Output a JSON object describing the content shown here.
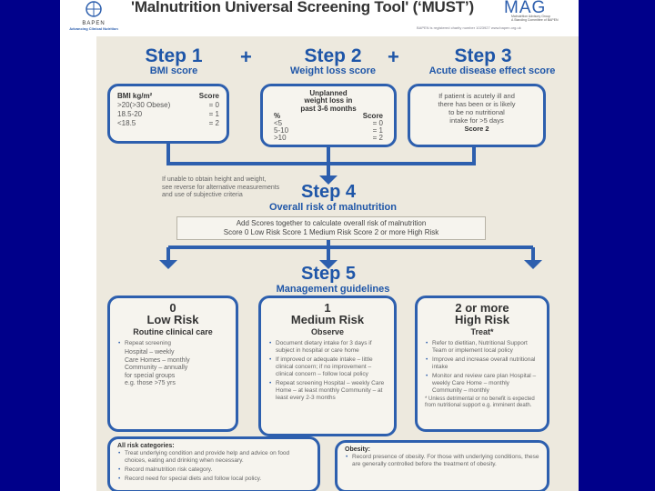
{
  "header": {
    "title": "'Malnutrition Universal Screening Tool' (‘MUST’)",
    "bapen_logo": "BAPEN",
    "bapen_tagline": "Advancing Clinical Nutrition",
    "mag_logo": "MAG",
    "mag_tagline1": "Malnutrition Advisory Group",
    "mag_tagline2": "A Standing Committee of BAPEN",
    "small_print": "BAPEN is registered charity number 1023927   www.bapen.org.uk"
  },
  "steps": {
    "step1": {
      "title": "Step 1",
      "subtitle": "BMI score"
    },
    "step2": {
      "title": "Step 2",
      "subtitle": "Weight loss score"
    },
    "step3": {
      "title": "Step 3",
      "subtitle": "Acute disease effect score"
    },
    "plus": "+"
  },
  "bmi_box": {
    "col1": "BMI kg/m²",
    "col2": "Score",
    "rows": [
      {
        "range": ">20(>30 Obese)",
        "score": "= 0"
      },
      {
        "range": "18.5-20",
        "score": "= 1"
      },
      {
        "range": "<18.5",
        "score": "= 2"
      }
    ]
  },
  "weight_box": {
    "title1": "Unplanned",
    "title2": "weight loss in",
    "title3": "past 3-6 months",
    "col1": "%",
    "col2": "Score",
    "rows": [
      {
        "range": "<5",
        "score": "= 0"
      },
      {
        "range": "5-10",
        "score": "= 1"
      },
      {
        "range": ">10",
        "score": "= 2"
      }
    ]
  },
  "acute_box": {
    "line1": "If patient is acutely ill and",
    "line2": "there has been or is likely",
    "line3": "to be no nutritional",
    "line4": "intake for >5 days",
    "score": "Score 2"
  },
  "side_note": {
    "line1": "If unable to obtain height and weight,",
    "line2": "see reverse for alternative measurements",
    "line3": "and use of subjective criteria"
  },
  "step4": {
    "title": "Step 4",
    "subtitle": "Overall risk of malnutrition",
    "box_line1": "Add Scores together to calculate overall risk of malnutrition",
    "box_line2": "Score 0 Low Risk   Score 1 Medium Risk   Score 2 or more High Risk"
  },
  "step5": {
    "title": "Step 5",
    "subtitle": "Management guidelines"
  },
  "low": {
    "num": "0",
    "title": "Low Risk",
    "care": "Routine clinical care",
    "item1": "Repeat screening",
    "l1": "Hospital – weekly",
    "l2": "Care Homes – monthly",
    "l3": "Community – annually",
    "l4": "for special groups",
    "l5": "e.g. those >75 yrs"
  },
  "medium": {
    "num": "1",
    "title": "Medium Risk",
    "care": "Observe",
    "b1": "Document dietary intake for 3 days if subject in hospital or care home",
    "b2": "If improved or adequate intake – little clinical concern; if no improvement – clinical concern – follow local policy",
    "b3": "Repeat screening Hospital – weekly Care Home – at least monthly Community – at least every 2-3 months"
  },
  "high": {
    "num": "2 or more",
    "title": "High Risk",
    "care": "Treat*",
    "b1": "Refer to dietitian, Nutritional Support Team or implement local policy",
    "b2": "Improve and increase overall nutritional intake",
    "b3": "Monitor and review care plan Hospital – weekly Care Home – monthly Community – monthly",
    "b4": "* Unless detrimental or no benefit is expected from nutritional support e.g. imminent death."
  },
  "all_risk": {
    "heading": "All risk categories:",
    "b1": "Treat underlying condition and provide help and advice on food choices, eating and drinking when necessary.",
    "b2": "Record malnutrition risk category.",
    "b3": "Record need for special diets and follow local policy."
  },
  "obesity": {
    "heading": "Obesity:",
    "b1": "Record presence of obesity. For those with underlying conditions, these are generally controlled before the treatment of obesity."
  },
  "colors": {
    "background": "#00008a",
    "accent": "#2d5fae",
    "poster": "#ede9de"
  }
}
